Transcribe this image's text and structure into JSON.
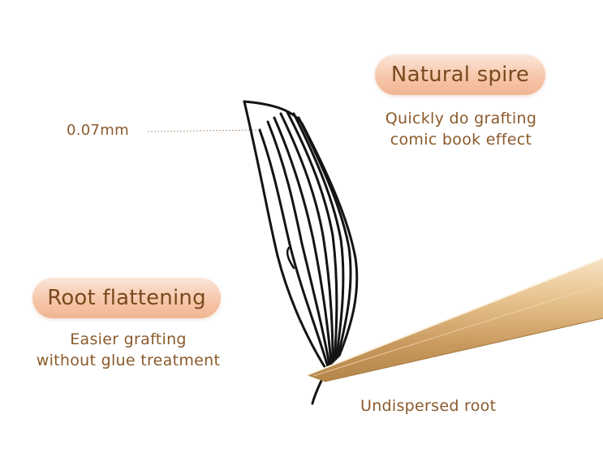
{
  "features": {
    "natural_spire": {
      "title": "Natural spire",
      "line1": "Quickly do grafting",
      "line2": "comic book effect"
    },
    "root_flattening": {
      "title": "Root flattening",
      "line1": "Easier grafting",
      "line2": "without glue treatment"
    }
  },
  "annotations": {
    "thickness": "0.07mm",
    "root": "Undispersed root"
  },
  "colors": {
    "text_brown": "#8a5a2b",
    "pill_peach": "#f6c7aa",
    "lash_black": "#141414",
    "tweezer_gold": "#d9b07a"
  },
  "icons": {
    "lash": "fan-lash-illustration",
    "tweezers": "tweezers-illustration"
  }
}
